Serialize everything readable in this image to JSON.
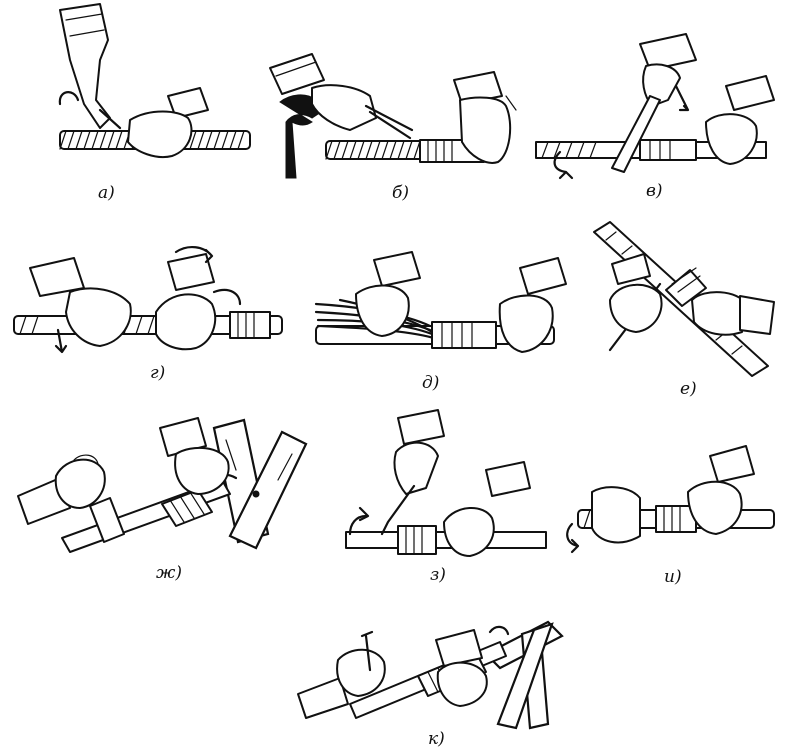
{
  "figure": {
    "panels": [
      {
        "id": "a",
        "caption": "а)",
        "icon": "hand-bending-wire-icon"
      },
      {
        "id": "b",
        "caption": "б)",
        "icon": "pliers-cutting-wires-icon"
      },
      {
        "id": "v",
        "caption": "в)",
        "icon": "knife-stripping-cable-icon"
      },
      {
        "id": "g",
        "caption": "г)",
        "icon": "hands-twisting-cable-icon"
      },
      {
        "id": "d",
        "caption": "д)",
        "icon": "fanned-wire-ends-icon"
      },
      {
        "id": "e",
        "caption": "е)",
        "icon": "wrapping-wire-icon"
      },
      {
        "id": "zh",
        "caption": "ж)",
        "icon": "cable-on-trestle-icon"
      },
      {
        "id": "z",
        "caption": "з)",
        "icon": "tool-bending-wire-icon"
      },
      {
        "id": "i",
        "caption": "и)",
        "icon": "turning-cable-icon"
      },
      {
        "id": "k",
        "caption": "к)",
        "icon": "finishing-joint-on-trestle-icon"
      }
    ]
  },
  "colors": {
    "ink": "#111111",
    "paper": "#ffffff"
  }
}
